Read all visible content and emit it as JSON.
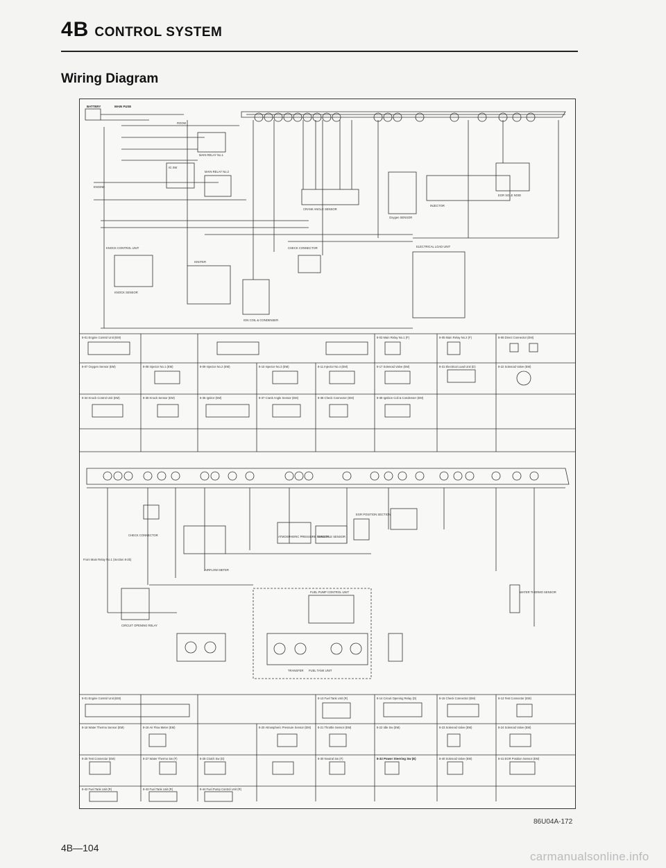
{
  "header": {
    "chapter": "4B",
    "section": "CONTROL SYSTEM"
  },
  "subtitle": "Wiring Diagram",
  "figure_code": "86U04A-172",
  "page_number": "4B—104",
  "watermark": "carmanualsonline.info",
  "diagram": {
    "labels_upper": {
      "battery": "BATTERY",
      "main_fuse": "MAIN FUSE",
      "room": "ROOM",
      "main_relay_1": "MAIN RELAY No.1",
      "main_relay_2": "MAIN RELAY No.2",
      "ig_sw": "IG SW",
      "engine": "ENGINE",
      "crank_angle_sensor": "CRANK ANGLE SENSOR",
      "oxygen_sensor": "Oxygen SENSOR",
      "injector": "INJECTOR",
      "egr_sole": "EGR SOLE NOID",
      "knock_control_unit": "KNOCK CONTROL UNIT",
      "knock_sensor": "KNOCK SENSOR",
      "igniter": "IGNITER",
      "check_connector": "CHECK CONNECTOR",
      "ig_coil": "IGN COIL & CONDENSER",
      "electrical_load": "ELECTRICAL LOAD UNIT"
    },
    "connectors_upper": [
      "8-01 Engine Control Unit (EM)",
      "8-03 Main Relay No.1 (F)",
      "8-05 Main Relay No.2 (F)",
      "8-06 Direct Connector (EM)",
      "8-07 Oxygen Sensor (EM)",
      "8-08 Injector No.1 (EM)",
      "8-09 Injector No.2 (EM)",
      "8-10 Injector No.3 (EM)",
      "8-11 Injector No.4 (EM)",
      "8-17 Solenoid Valve (EM)",
      "8-31 Electrical Load Unit (D)",
      "8-22 Solenoid Valve (EM)",
      "8-34 Knock Control Unit (EM)",
      "8-35 Knock Sensor (EM)",
      "8-36 Ignitor (EM)",
      "8-37 Crank Angle Sensor (EM)",
      "8-38 Check Connector (EM)",
      "8-39 Ignition Coil & Condenser (EM)"
    ],
    "labels_lower": {
      "from_main_relay": "From Main Relay No.1 (Section 8-2b)",
      "check_connector": "CHECK CONNECTOR",
      "atmospheric_pressure_sensor": "ATMOSPHERIC PRESSURE SENSOR",
      "throttle_sensor": "THROTTLE SENSOR",
      "egr_position_section": "EGR POSITION SECTION",
      "airflow_meter": "AIRFLOW METER",
      "water_thermo_sensor": "WATER THERMO SENSOR",
      "circuit_opening_relay": "CIRCUIT OPENING RELAY",
      "fuel_pump_control_unit": "FUEL PUMP CONTROL UNIT",
      "fuel_tank_unit": "FUEL TANK UNIT",
      "transfer": "TRANSFER"
    },
    "connectors_lower": [
      "8-01 Engine Control Unit (EM)",
      "8-13 Fuel Tank Unit (R)",
      "8-14 Circuit Opening Relay (D)",
      "8-15 Check Connector (EM)",
      "8-13 Test Connector (EM)",
      "8-16 Water Thermo Sensor (EM)",
      "8-19 Air Flow Meter (EM)",
      "8-20 Atmospheric Pressure Sensor (EM)",
      "8-21 Throttle Sensor (EM)",
      "8-22 Idle Sw (EM)",
      "8-23 Solenoid Valve (EM)",
      "8-24 Solenoid Valve (EM)",
      "8-25 Test Connector (EM)",
      "8-27 Water Thermo Sw (F)",
      "8-28 Clutch Sw (D)",
      "8-30 Neutral Sw (F)",
      "8-32 Power Steering Sw (E)",
      "8-40 Solenoid Valve (EM)",
      "8-41 EGR Position Sensor (EM)",
      "8-42 Fuel Tank Unit (R)",
      "8-43 Fuel Tank Unit (R)",
      "8-44 Fuel Pump Control Unit (R)"
    ]
  }
}
